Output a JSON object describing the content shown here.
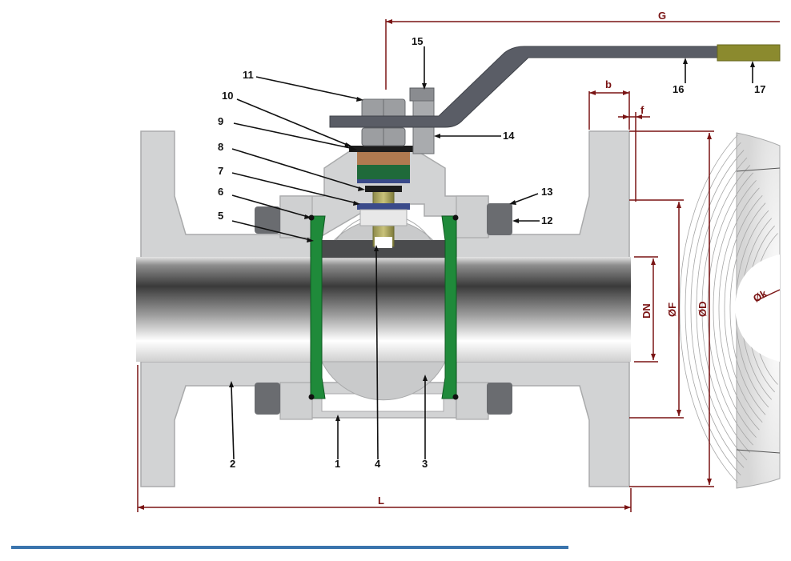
{
  "colors": {
    "body": "#d2d3d4",
    "body_edge": "#a9aaab",
    "seat": "#1f8a3a",
    "dimension": "#7a1414",
    "handle": "#5a5d66",
    "sleeve": "#8b8a2e",
    "gland": "#b07a50",
    "bolt": "#6a6c70",
    "rule": "#3a74ad"
  },
  "callouts": [
    "1",
    "2",
    "3",
    "4",
    "5",
    "6",
    "7",
    "8",
    "9",
    "10",
    "11",
    "12",
    "13",
    "14",
    "15",
    "16",
    "17"
  ],
  "dimensions": {
    "G": "G",
    "b": "b",
    "f": "f",
    "DN": "DN",
    "F": "ØF",
    "D": "ØD",
    "K": "Øk",
    "L": "L"
  }
}
